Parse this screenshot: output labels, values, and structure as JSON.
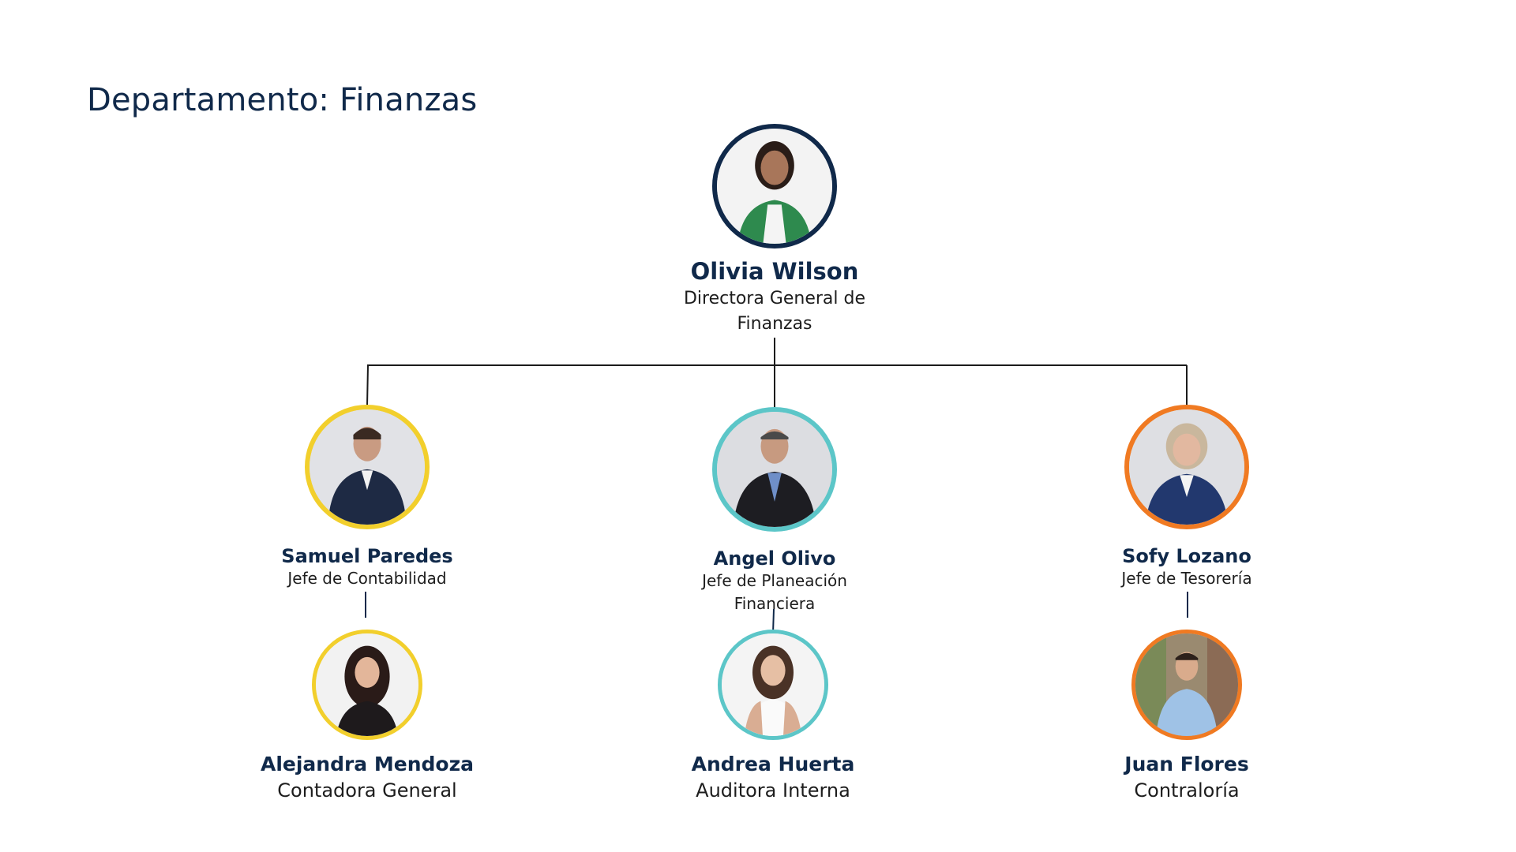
{
  "title": "Departamento: Finanzas",
  "colors": {
    "navy": "#10294a",
    "yellow": "#f2cf2c",
    "teal": "#5cc6c8",
    "orange": "#f07a22"
  },
  "director": {
    "name": "Olivia Wilson",
    "role": "Directora General de Finanzas"
  },
  "heads": [
    {
      "name": "Samuel Paredes",
      "role": "Jefe de Contabilidad"
    },
    {
      "name": "Angel Olivo",
      "role": "Jefe de Planeación Financiera"
    },
    {
      "name": "Sofy Lozano",
      "role": "Jefe de Tesorería"
    }
  ],
  "staff": [
    {
      "name": "Alejandra Mendoza",
      "role": "Contadora General"
    },
    {
      "name": "Andrea Huerta",
      "role": "Auditora Interna"
    },
    {
      "name": "Juan Flores",
      "role": "Contraloría"
    }
  ]
}
